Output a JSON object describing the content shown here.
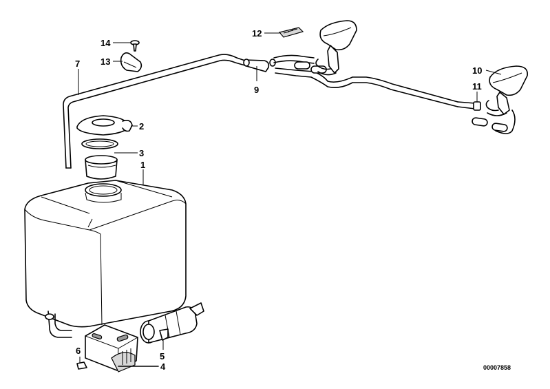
{
  "labels": {
    "p1": "1",
    "p2": "2",
    "p3": "3",
    "p4": "4",
    "p5": "5",
    "p6": "6",
    "p7": "7",
    "p9": "9",
    "p10": "10",
    "p11": "11",
    "p12": "12",
    "p13": "13",
    "p14": "14"
  },
  "reference_number": "00007858"
}
